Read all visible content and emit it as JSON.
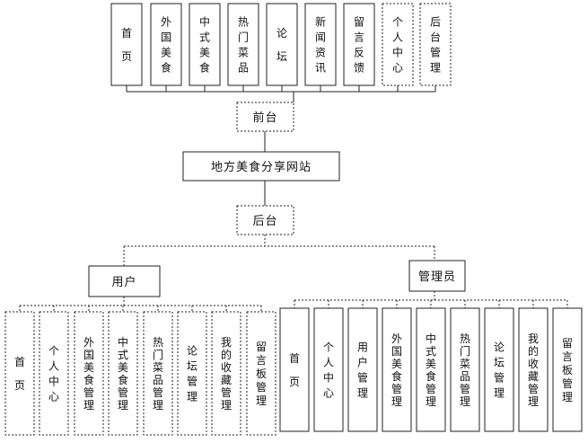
{
  "top_nav": [
    {
      "text": "首页",
      "style": "solid"
    },
    {
      "text": "外国美食",
      "style": "solid"
    },
    {
      "text": "中式美食",
      "style": "solid"
    },
    {
      "text": "热门菜品",
      "style": "solid"
    },
    {
      "text": "论坛",
      "style": "solid"
    },
    {
      "text": "新闻资讯",
      "style": "solid"
    },
    {
      "text": "留言反馈",
      "style": "solid"
    },
    {
      "text": "个人中心",
      "style": "dashed"
    },
    {
      "text": "后台管理",
      "style": "dashed"
    }
  ],
  "frontend": "前台",
  "site_title": "地方美食分享网站",
  "backend": "后台",
  "roles": {
    "user": {
      "label": "用户",
      "items": [
        {
          "text": "首页",
          "style": "dashed"
        },
        {
          "text": "个人中心",
          "style": "dashed"
        },
        {
          "text": "外国美食管理",
          "style": "dashed"
        },
        {
          "text": "中式美食管理",
          "style": "dashed"
        },
        {
          "text": "热门菜品管理",
          "style": "dashed"
        },
        {
          "text": "论坛管理",
          "style": "dashed"
        },
        {
          "text": "我的收藏管理",
          "style": "dashed"
        },
        {
          "text": "留言板管理",
          "style": "dashed"
        }
      ]
    },
    "admin": {
      "label": "管理员",
      "items": [
        {
          "text": "首页",
          "style": "solid"
        },
        {
          "text": "个人中心",
          "style": "solid"
        },
        {
          "text": "用户管理",
          "style": "solid"
        },
        {
          "text": "外国美食管理",
          "style": "solid"
        },
        {
          "text": "中式美食管理",
          "style": "solid"
        },
        {
          "text": "热门菜品管理",
          "style": "solid"
        },
        {
          "text": "论坛管理",
          "style": "solid"
        },
        {
          "text": "我的收藏管理",
          "style": "solid"
        },
        {
          "text": "留言板管理",
          "style": "solid"
        }
      ]
    }
  }
}
